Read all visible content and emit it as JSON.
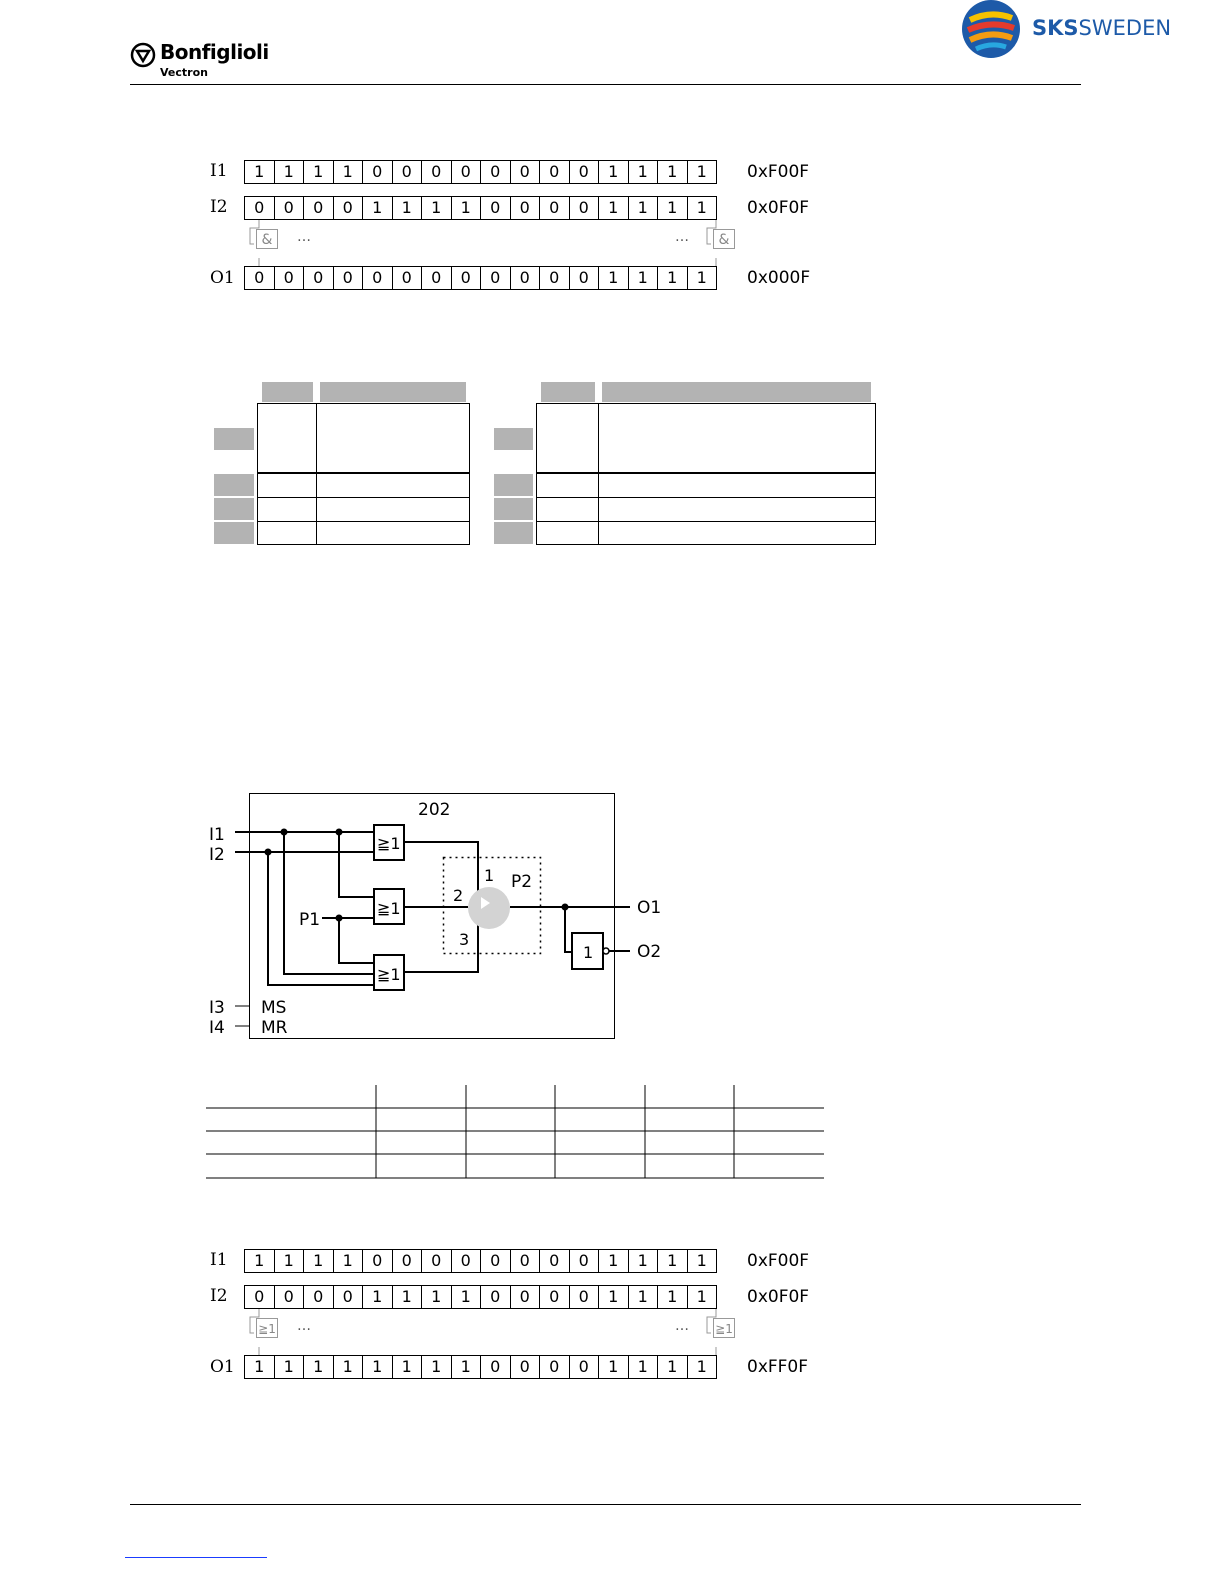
{
  "header": {
    "left_logo_name": "Bonfiglioli",
    "left_logo_sub": "Vectron",
    "right_logo_bold": "SKS",
    "right_logo_light": "SWEDEN"
  },
  "and_example": {
    "rows": [
      {
        "label": "I1",
        "bits": [
          "1",
          "1",
          "1",
          "1",
          "0",
          "0",
          "0",
          "0",
          "0",
          "0",
          "0",
          "0",
          "1",
          "1",
          "1",
          "1"
        ],
        "hex": "0xF00F"
      },
      {
        "label": "I2",
        "bits": [
          "0",
          "0",
          "0",
          "0",
          "1",
          "1",
          "1",
          "1",
          "0",
          "0",
          "0",
          "0",
          "1",
          "1",
          "1",
          "1"
        ],
        "hex": "0x0F0F"
      },
      {
        "label": "O1",
        "bits": [
          "0",
          "0",
          "0",
          "0",
          "0",
          "0",
          "0",
          "0",
          "0",
          "0",
          "0",
          "0",
          "1",
          "1",
          "1",
          "1"
        ],
        "hex": "0x000F"
      }
    ],
    "gate_symbol": "&",
    "ellipsis": "…"
  },
  "diagram": {
    "block_number": "202",
    "inputs": [
      "I1",
      "I2",
      "I3",
      "I4"
    ],
    "ms": "MS",
    "mr": "MR",
    "p1": "P1",
    "p2": "P2",
    "switch_positions": [
      "1",
      "2",
      "3"
    ],
    "or_symbol": "≧1",
    "not_symbol": "1",
    "outputs": [
      "O1",
      "O2"
    ]
  },
  "or_example": {
    "rows": [
      {
        "label": "I1",
        "bits": [
          "1",
          "1",
          "1",
          "1",
          "0",
          "0",
          "0",
          "0",
          "0",
          "0",
          "0",
          "0",
          "1",
          "1",
          "1",
          "1"
        ],
        "hex": "0xF00F"
      },
      {
        "label": "I2",
        "bits": [
          "0",
          "0",
          "0",
          "0",
          "1",
          "1",
          "1",
          "1",
          "0",
          "0",
          "0",
          "0",
          "1",
          "1",
          "1",
          "1"
        ],
        "hex": "0x0F0F"
      },
      {
        "label": "O1",
        "bits": [
          "1",
          "1",
          "1",
          "1",
          "1",
          "1",
          "1",
          "1",
          "0",
          "0",
          "0",
          "0",
          "1",
          "1",
          "1",
          "1"
        ],
        "hex": "0xFF0F"
      }
    ],
    "gate_symbol": "≧1",
    "ellipsis": "…"
  }
}
